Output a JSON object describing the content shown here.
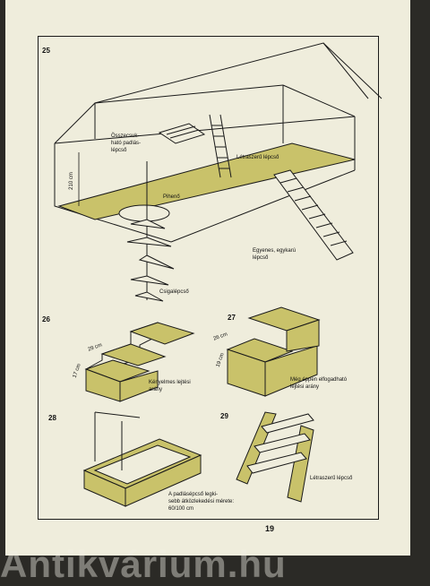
{
  "figures": [
    {
      "number": "25"
    },
    {
      "number": "26"
    },
    {
      "number": "27"
    },
    {
      "number": "28"
    },
    {
      "number": "29"
    }
  ],
  "labels": {
    "osszecsukhato": "Összecsuk-\nható padlás-\nlépcső",
    "letraszeru_top": "Létraszerű lépcső",
    "pihen": "Pihenő",
    "height_210": "210 cm",
    "egyenes": "Egyenes, egykarú\nlépcső",
    "csigalepcso": "Csigalépcső",
    "kenyelmes": "Kényelmes lejtési\narány",
    "alfogadhato": "Még éppen elfogadható\nlejtési arány",
    "padlas_note": "A padlásépcső legki-\nsebb átközlekedési mérete:\n60/100 cm",
    "letraszeru_bottom": "Létraszerű lépcső",
    "dim_26_h": "17 cm",
    "dim_26_w": "29 cm",
    "dim_27_h": "19 cm",
    "dim_27_w": "26 cm"
  },
  "page_number": "19",
  "watermark": "Antikvárium.hu",
  "colors": {
    "paper": "#efeddc",
    "fill": "#c9c26a",
    "ink": "#1a1a1a",
    "background": "#2b2a26"
  }
}
